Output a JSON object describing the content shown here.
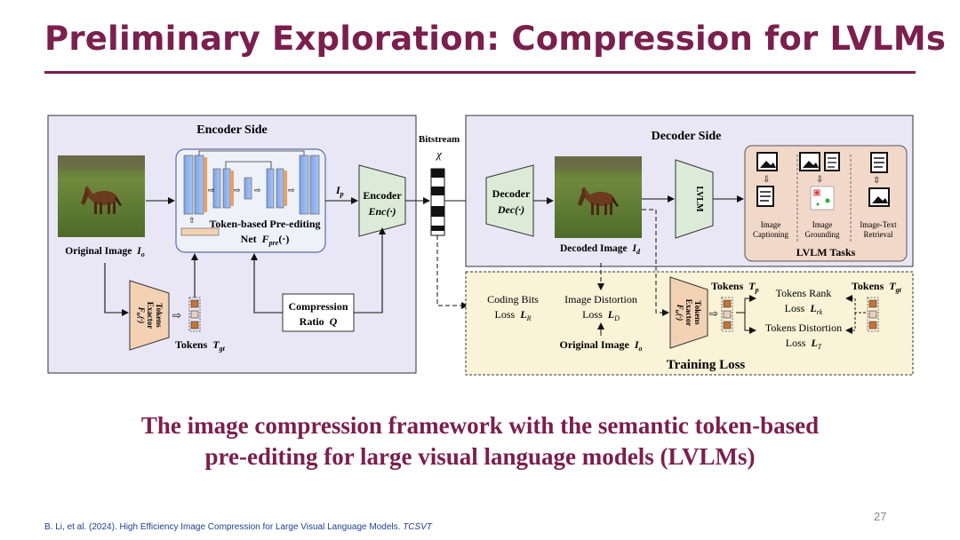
{
  "slide": {
    "title": "Preliminary Exploration: Compression for LVLMs",
    "caption_line1": "The image compression framework with the semantic token-based",
    "caption_line2": "pre-editing for large visual language models (LVLMs)",
    "page_number": "27",
    "citation_text": "B. Li, et al. (2024). High Efficiency Image Compression for Large Visual Language Models. ",
    "citation_venue": "TCSVT"
  },
  "diagram": {
    "encoder_side": {
      "title": "Encoder Side",
      "original_image_label": "Original Image",
      "original_image_symbol": "I",
      "original_image_sub": "o",
      "preediting_line1": "Token-based Pre-editing",
      "preediting_line2": "Net",
      "preediting_symbol": "F",
      "preediting_sub": "pre",
      "preediting_arg": "(·)",
      "ip_symbol": "I",
      "ip_sub": "p",
      "encoder_label": "Encoder",
      "encoder_func": "Enc(·)",
      "compression_line1": "Compression",
      "compression_line2": "Ratio",
      "compression_symbol": "Q",
      "tokens_exactor_line1": "Tokens",
      "tokens_exactor_line2": "Exactor",
      "tokens_exactor_symbol": "F",
      "tokens_exactor_sub": "te",
      "tokens_exactor_arg": "(·)",
      "tokens_gt_label": "Tokens",
      "tokens_gt_symbol": "T",
      "tokens_gt_sub": "gt"
    },
    "bitstream": {
      "label": "Bitstream",
      "symbol": "χ"
    },
    "decoder_side": {
      "title": "Decoder Side",
      "decoder_label": "Decoder",
      "decoder_func": "Dec(·)",
      "decoded_image_label": "Decoded Image",
      "decoded_image_symbol": "I",
      "decoded_image_sub": "d",
      "lvlm_label": "LVLM",
      "tasks_title": "LVLM  Tasks",
      "task1_line1": "Image",
      "task1_line2": "Captioning",
      "task2_line1": "Image",
      "task2_line2": "Grounding",
      "task3_line1": "Image-Text",
      "task3_line2": "Retrieval"
    },
    "training_loss": {
      "title": "Training Loss",
      "coding_line1": "Coding Bits",
      "coding_line2": "Loss",
      "coding_symbol": "L",
      "coding_sub": "R",
      "distortion_line1": "Image Distortion",
      "distortion_line2": "Loss",
      "distortion_symbol": "L",
      "distortion_sub": "D",
      "original_label": "Original Image",
      "original_symbol": "I",
      "original_sub": "o",
      "exactor_line1": "Tokens",
      "exactor_line2": "Exactor",
      "exactor_symbol": "F",
      "exactor_sub": "te",
      "exactor_arg": "(·)",
      "tokens_p_label": "Tokens",
      "tokens_p_symbol": "T",
      "tokens_p_sub": "p",
      "tokens_gt_label": "Tokens",
      "tokens_gt_symbol": "T",
      "tokens_gt_sub": "gt",
      "rank_line1": "Tokens Rank",
      "rank_line2": "Loss",
      "rank_symbol": "L",
      "rank_sub": "rk",
      "tdist_line1": "Tokens Distortion",
      "tdist_line2": "Loss",
      "tdist_symbol": "L",
      "tdist_sub": "T"
    },
    "colors": {
      "panel_bg": "#e9e6f5",
      "tasks_bg": "#f2d8c9",
      "loss_bg": "#fbf3d8",
      "module_green": "#dcebd8",
      "module_orange": "#f3d2b4",
      "token_brown": "#c8733a",
      "title_color": "#7a1f4e"
    }
  }
}
